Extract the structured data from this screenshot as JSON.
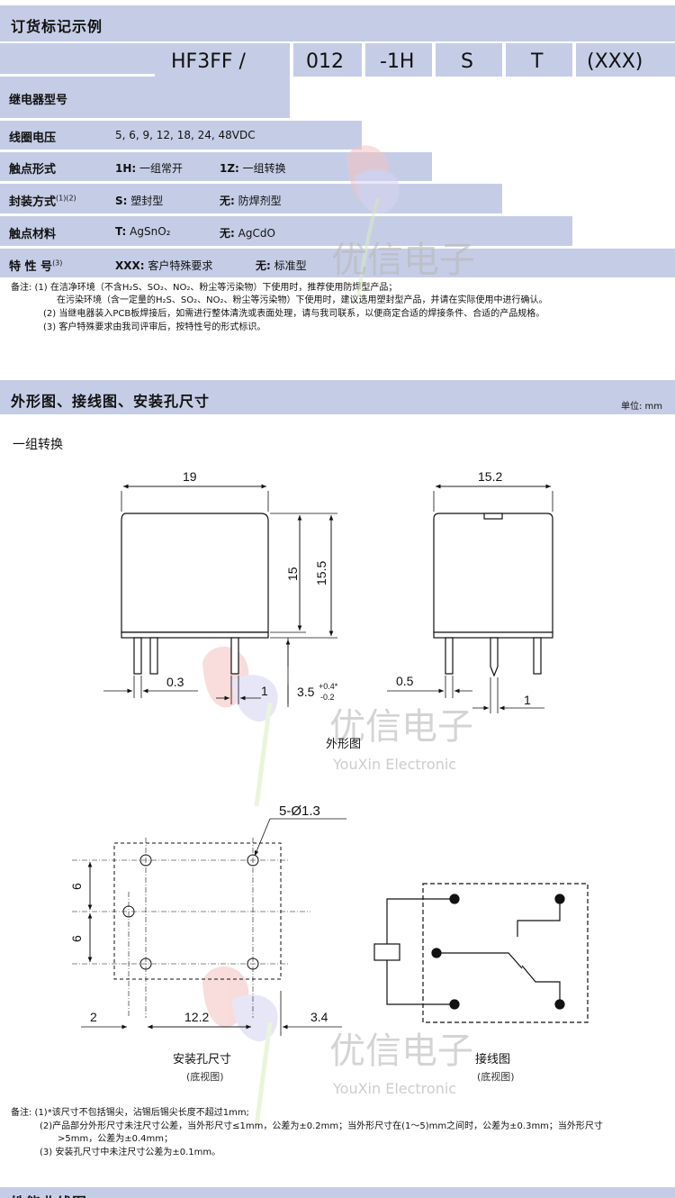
{
  "section1": {
    "title": "订货标记示例",
    "codes": [
      "HF3FF /",
      "012",
      "-1H",
      "S",
      "T",
      "(XXX)"
    ],
    "rows": [
      {
        "label": "继电器型号"
      },
      {
        "label": "线圈电压",
        "value": "5, 6, 9, 12, 18, 24, 48VDC"
      },
      {
        "label": "触点形式",
        "opt1_key": "1H:",
        "opt1_val": " 一组常开",
        "opt2_key": "1Z:",
        "opt2_val": " 一组转换"
      },
      {
        "label": "封装方式",
        "sup": "(1)(2)",
        "opt1_key": "S:",
        "opt1_val": " 塑封型",
        "opt2_key": "无:",
        "opt2_val": " 防焊剂型"
      },
      {
        "label": "触点材料",
        "opt1_key": "T:",
        "opt1_val": " AgSnO₂",
        "opt2_key": "无:",
        "opt2_val": " AgCdO"
      },
      {
        "label": "特 性 号",
        "sup": "(3)",
        "opt1_key": "XXX:",
        "opt1_val": " 客户特殊要求",
        "opt2_key": "无:",
        "opt2_val": " 标准型"
      }
    ],
    "notes": [
      "备注:  (1) 在洁净环境（不含H₂S、SO₂、NO₂、粉尘等污染物）下使用时，推荐使用防焊型产品；",
      "在污染环境（含一定量的H₂S、SO₂、NO₂、粉尘等污染物）下使用时，建议选用塑封型产品，并请在实际使用中进行确认。",
      "(2) 当继电器装入PCB板焊接后，如需进行整体清洗或表面处理，请与我司联系，以便商定合适的焊接条件、合适的产品规格。",
      "(3) 客户特殊要求由我司评审后，按特性号的形式标识。"
    ]
  },
  "section2": {
    "title": "外形图、接线图、安装孔尺寸",
    "unit": "单位: mm",
    "subtitle": "一组转换",
    "dims": {
      "width_front": "19",
      "width_side": "15.2",
      "h15": "15",
      "h155": "15.5",
      "d03": "0.3",
      "d1a": "1",
      "d35": "3.5",
      "tol_plus": "+0.4*",
      "tol_minus": "-0.2",
      "d05": "0.5",
      "d1b": "1",
      "holes": "5-Ø1.3",
      "six_a": "6",
      "six_b": "6",
      "two": "2",
      "d122": "12.2",
      "d34": "3.4"
    },
    "captions": {
      "outline": "外形图",
      "mount": "安装孔尺寸",
      "mount_sub": "(底视图)",
      "wiring": "接线图",
      "wiring_sub": "(底视图)"
    },
    "watermark": {
      "cn": "优信电子",
      "en": "YouXin Electronic"
    },
    "notes": [
      "备注:  (1)*该尺寸不包括锡尖，沾锡后锡尖长度不超过1mm;",
      "(2)产品部分外形尺寸未注尺寸公差，当外形尺寸≤1mm，公差为±0.2mm；当外形尺寸在(1～5)mm之间时，公差为±0.3mm；当外形尺寸",
      ">5mm，公差为±0.4mm；",
      "(3)  安装孔尺寸中未注尺寸公差为±0.1mm。"
    ]
  },
  "section3": {
    "title": "性能曲线图"
  },
  "colors": {
    "band": "#c5cde6",
    "text": "#111111",
    "watermark_gray": "#b8b8b8"
  }
}
